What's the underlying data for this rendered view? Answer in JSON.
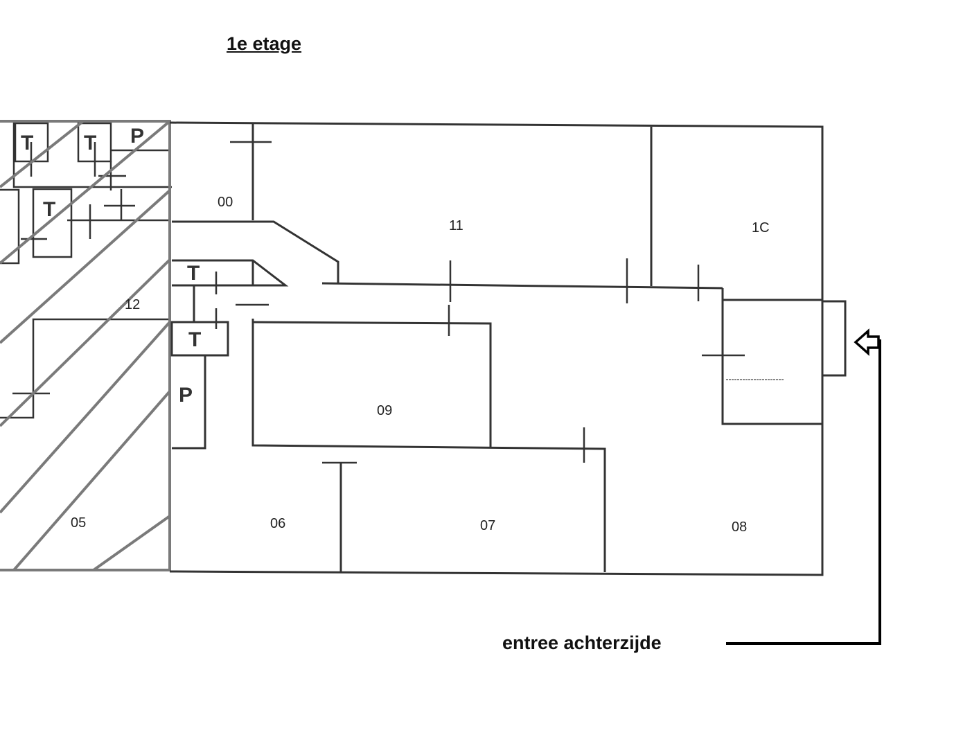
{
  "title": "1e etage",
  "entrance_label": "entree achterzijde",
  "rooms": [
    "00",
    "11",
    "1C",
    "12",
    "09",
    "06",
    "07",
    "08",
    "05"
  ],
  "symbols": {
    "toilet": "T",
    "pantry": "P"
  }
}
